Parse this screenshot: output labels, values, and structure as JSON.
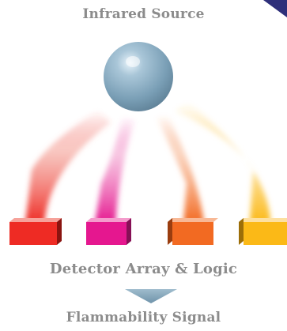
{
  "diagram": {
    "source_label": "Infrared Source",
    "detector_label": "Detector Array & Logic",
    "signal_label": "Flammability Signal"
  },
  "colors": {
    "sphere": "#8fb2c6",
    "beam_red": "#ee2b24",
    "beam_magenta": "#e5178f",
    "beam_orange": "#f26a22",
    "beam_yellow": "#fbb917",
    "arrow": "#7fa1b8",
    "text": "#8c8c8c",
    "corner_accent": "#2e2f7a"
  },
  "detectors": [
    {
      "name": "red",
      "color": "#ee2b24"
    },
    {
      "name": "magenta",
      "color": "#e5178f"
    },
    {
      "name": "orange",
      "color": "#f26a22"
    },
    {
      "name": "yellow",
      "color": "#fbb917"
    }
  ]
}
